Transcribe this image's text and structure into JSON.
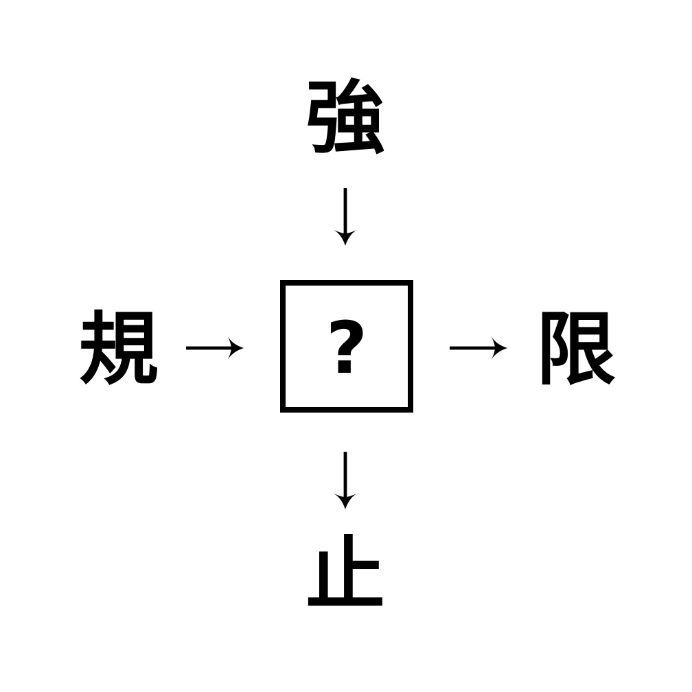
{
  "page": {
    "background_color": "#ffffff",
    "ink_color": "#000000"
  },
  "puzzle": {
    "top_char": "強",
    "left_char": "規",
    "right_char": "限",
    "bottom_char": "止",
    "center_placeholder": "?"
  },
  "icons": {
    "arrow_down": "↓",
    "arrow_right": "→"
  }
}
